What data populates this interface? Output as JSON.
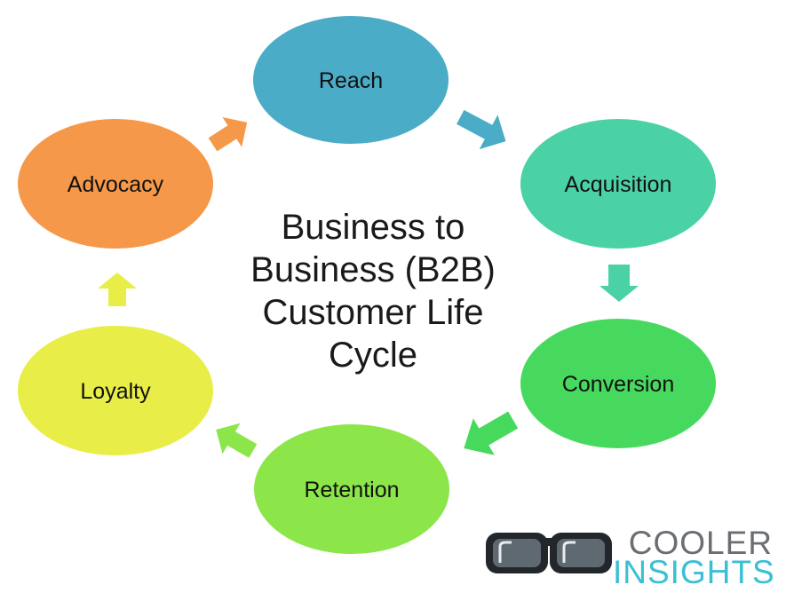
{
  "diagram": {
    "title_lines": [
      "Business to",
      "Business (B2B)",
      "Customer Life",
      "Cycle"
    ],
    "stages": [
      {
        "id": "reach",
        "label": "Reach",
        "color": "#4aacc6"
      },
      {
        "id": "acquisition",
        "label": "Acquisition",
        "color": "#4bd1a6"
      },
      {
        "id": "conversion",
        "label": "Conversion",
        "color": "#47d95e"
      },
      {
        "id": "retention",
        "label": "Retention",
        "color": "#8ce64a"
      },
      {
        "id": "loyalty",
        "label": "Loyalty",
        "color": "#e8ee47"
      },
      {
        "id": "advocacy",
        "label": "Advocacy",
        "color": "#f6984a"
      }
    ],
    "flow": "clockwise"
  },
  "logo": {
    "line1": "COOLER",
    "line2": "INSIGHTS",
    "icon": "glasses-icon",
    "colors": {
      "frame": "#23272b",
      "lens": "#5f6971",
      "line1": "#6a6e73",
      "line2": "#3bbfd4"
    }
  }
}
